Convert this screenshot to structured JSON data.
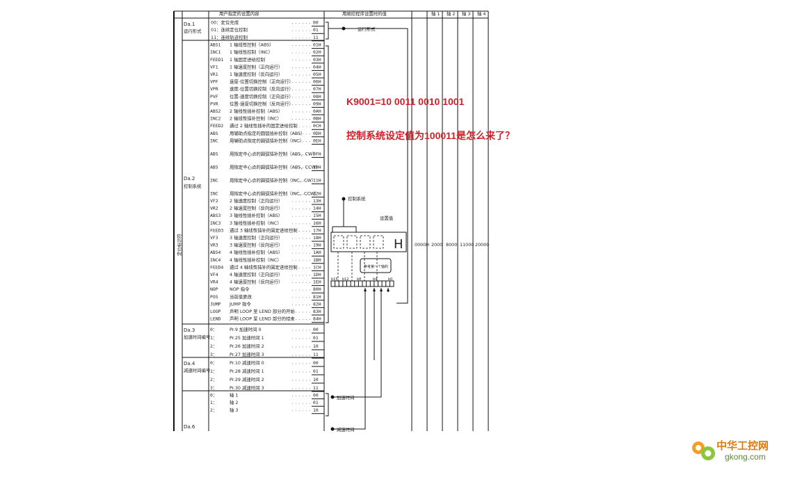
{
  "header": {
    "col_items": "用户指定的设置内容",
    "col_program": "用顺控程序设置时的值",
    "col_axis1": "轴 1",
    "col_axis2": "轴 2",
    "col_axis3": "轴 3",
    "col_axis4": "轴 4"
  },
  "side_label": "定位标识符",
  "sections": [
    {
      "name_id": "Da.1",
      "name_text": "运行形式",
      "rows": [
        {
          "code": "",
          "text": "00：定位完成",
          "value": "00"
        },
        {
          "code": "",
          "text": "01：连续定位控制",
          "value": "01"
        },
        {
          "code": "",
          "text": "11：连续轨迹控制",
          "value": "11"
        }
      ]
    },
    {
      "name_id": "Da.2",
      "name_text": "控制系统",
      "rows": [
        {
          "code": "ABS1",
          "text": "1 轴线性控制（ABS）",
          "value": "01H"
        },
        {
          "code": "INC1",
          "text": "1 轴线性控制（INC）",
          "value": "02H"
        },
        {
          "code": "FEED1",
          "text": "1 轴固定进给控制",
          "value": "03H"
        },
        {
          "code": "VF1",
          "text": "1 轴速度控制（正向运行）",
          "value": "04H"
        },
        {
          "code": "VR1",
          "text": "1 轴速度控制（反向运行）",
          "value": "05H"
        },
        {
          "code": "VPF",
          "text": "速度-位置切换控制（正向运行）",
          "value": "06H"
        },
        {
          "code": "VPR",
          "text": "速度-位置切换控制（反向运行）",
          "value": "07H"
        },
        {
          "code": "PVF",
          "text": "位置-速度切换控制（正向运行）",
          "value": "08H"
        },
        {
          "code": "PVR",
          "text": "位置-速度切换控制（反向运行）",
          "value": "09H"
        },
        {
          "code": "ABS2",
          "text": "2 轴线性插补控制（ABS）",
          "value": "0AH"
        },
        {
          "code": "INC2",
          "text": "2 轴线性插补控制（INC）",
          "value": "0BH"
        },
        {
          "code": "FEED2",
          "text": "通过 2 轴线性插补的固定进给控制",
          "value": "0CH"
        },
        {
          "code": "ABS",
          "text": "用辅助点指定的圆弧插补控制（ABS）",
          "value": "0DH"
        },
        {
          "code": "INC",
          "text": "用辅助点指定的圆弧插补控制（INC）",
          "value": "0EH"
        },
        {
          "code": "ABS",
          "text": "用指定中心点的圆弧插补控制（ABS，CW）",
          "value": "0FH"
        },
        {
          "code": "ABS",
          "text": "用指定中心点的圆弧插补控制（ABS，CCW）",
          "value": "10H"
        },
        {
          "code": "INC",
          "text": "用指定中心点的圆弧插补控制（INC，CW）",
          "value": "11H"
        },
        {
          "code": "INC",
          "text": "用指定中心点的圆弧插补控制（INC，CCW）",
          "value": "12H"
        },
        {
          "code": "VF2",
          "text": "2 轴速度控制（正向运行）",
          "value": "13H"
        },
        {
          "code": "VR2",
          "text": "2 轴速度控制（反向运行）",
          "value": "14H"
        },
        {
          "code": "ABS3",
          "text": "3 轴线性插补控制（ABS）",
          "value": "15H"
        },
        {
          "code": "INC3",
          "text": "3 轴线性插补控制（INC）",
          "value": "16H"
        },
        {
          "code": "FEED3",
          "text": "通过 3 轴线性插补的固定进给控制",
          "value": "17H"
        },
        {
          "code": "VF3",
          "text": "3 轴速度控制（正向运行）",
          "value": "18H"
        },
        {
          "code": "VR3",
          "text": "3 轴速度控制（反向运行）",
          "value": "19H"
        },
        {
          "code": "ABS4",
          "text": "4 轴线性插补控制（ABS）",
          "value": "1AH"
        },
        {
          "code": "INC4",
          "text": "4 轴线性插补控制（INC）",
          "value": "1BH"
        },
        {
          "code": "FEED4",
          "text": "通过 4 轴线性插补的固定进给控制",
          "value": "1CH"
        },
        {
          "code": "VF4",
          "text": "4 轴速度控制（正向运行）",
          "value": "1DH"
        },
        {
          "code": "VR4",
          "text": "4 轴速度控制（反向运行）",
          "value": "1EH"
        },
        {
          "code": "NOP",
          "text": "NOP 指令",
          "value": "80H"
        },
        {
          "code": "POS",
          "text": "当前值更改",
          "value": "81H"
        },
        {
          "code": "JUMP",
          "text": "JUMP 指令",
          "value": "82H"
        },
        {
          "code": "LOOP",
          "text": "声明 LOOP 至 LEND 部分的开始",
          "value": "83H"
        },
        {
          "code": "LEND",
          "text": "声明 LOOP 至 LEND 部分的结束",
          "value": "84H"
        }
      ]
    },
    {
      "name_id": "Da.3",
      "name_text": "加速时间编号",
      "rows": [
        {
          "code": "0：",
          "text": "Pr.9 加速时间 0",
          "value": "00"
        },
        {
          "code": "1：",
          "text": "Pr.25 加速时间 1",
          "value": "01"
        },
        {
          "code": "2：",
          "text": "Pr.26 加速时间 2",
          "value": "10"
        },
        {
          "code": "3：",
          "text": "Pr.27 加速时间 3",
          "value": "11"
        }
      ]
    },
    {
      "name_id": "Da.4",
      "name_text": "减速时间编号",
      "rows": [
        {
          "code": "0：",
          "text": "Pr.10 减速时间 0",
          "value": "00"
        },
        {
          "code": "1：",
          "text": "Pr.28 减速时间 1",
          "value": "01"
        },
        {
          "code": "2：",
          "text": "Pr.29 减速时间 2",
          "value": "10"
        },
        {
          "code": "3：",
          "text": "Pr.30 减速时间 3",
          "value": "11"
        }
      ]
    },
    {
      "name_id": "",
      "name_text": "",
      "rows": [
        {
          "code": "0：",
          "text": "轴 1",
          "value": "00"
        },
        {
          "code": "1：",
          "text": "轴 2",
          "value": "01"
        },
        {
          "code": "2：",
          "text": "轴 3",
          "value": "10"
        }
      ]
    }
  ],
  "last_label": "Da.6",
  "diagram": {
    "label_operation": "运行形式",
    "label_control": "控制系统",
    "label_setvalue": "设置值",
    "display_h": "H",
    "box_label": "参考第一个轴的",
    "bits": [
      "b15",
      "b12",
      "b8",
      "b4",
      "b0"
    ],
    "label_accel": "加速时间",
    "label_decel": "减速时间"
  },
  "axis_values": [
    "0000H",
    "2000",
    "8000",
    "11000",
    "20000"
  ],
  "annotations": {
    "k_value": "K9001=10 0011 0010 1001",
    "question": "控制系统设定值为100011是怎么来了？"
  },
  "watermark": {
    "site": "中华工控网",
    "domain": "gkong.com"
  }
}
